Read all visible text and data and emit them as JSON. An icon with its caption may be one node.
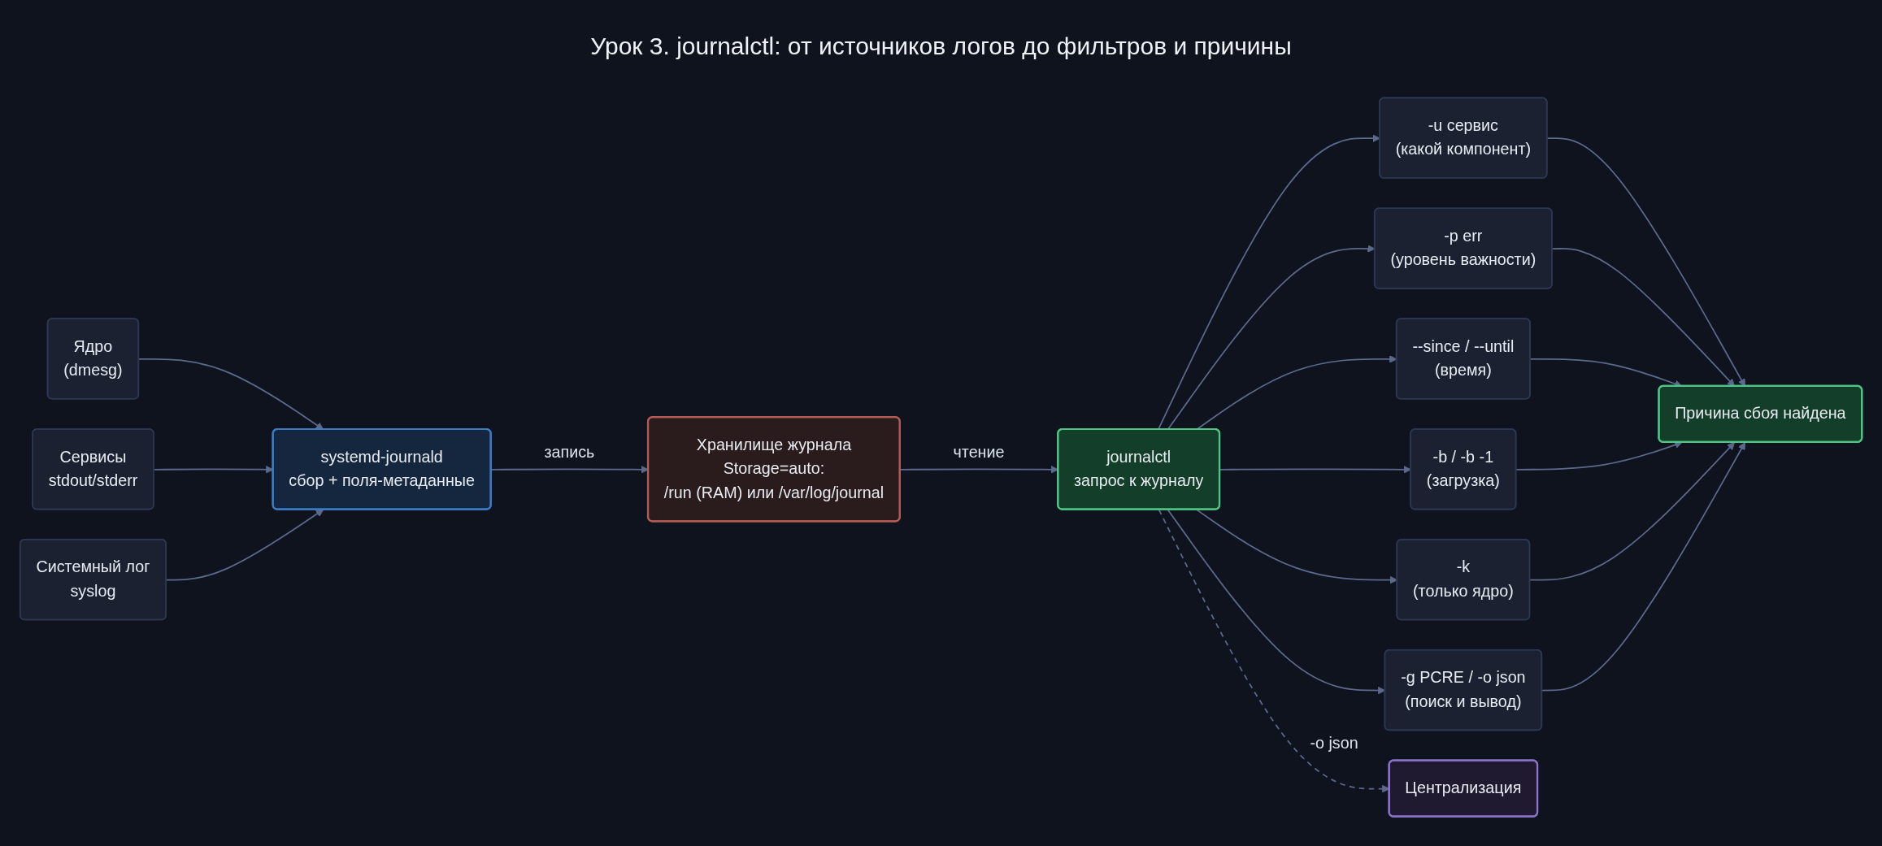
{
  "diagram": {
    "title": "Урок 3. journalctl: от источников логов до фильтров и причины",
    "nodes": [
      {
        "text": [
          "Ядро",
          "(dmesg)"
        ]
      },
      {
        "text": [
          "Сервисы",
          "stdout/stderr"
        ]
      },
      {
        "text": [
          "Системный лог",
          "syslog"
        ]
      },
      {
        "text": [
          "systemd-journald",
          "сбор + поля-метаданные"
        ]
      },
      {
        "text": [
          "Хранилище журнала",
          "Storage=auto:",
          "/run (RAM) или /var/log/journal"
        ]
      },
      {
        "text": [
          "journalctl",
          "запрос к журналу"
        ]
      },
      {
        "text": [
          "-u сервис",
          "(какой компонент)"
        ]
      },
      {
        "text": [
          "-p err",
          "(уровень важности)"
        ]
      },
      {
        "text": [
          "--since / --until",
          "(время)"
        ]
      },
      {
        "text": [
          "-b / -b -1",
          "(загрузка)"
        ]
      },
      {
        "text": [
          "-k",
          "(только ядро)"
        ]
      },
      {
        "text": [
          "-g PCRE / -o json",
          "(поиск и вывод)"
        ]
      },
      {
        "text": [
          "Централизация"
        ]
      },
      {
        "text": [
          "Причина сбоя найдена"
        ]
      }
    ],
    "edges": [
      {
        "from": 0,
        "to": 3,
        "arrow": "to"
      },
      {
        "from": 1,
        "to": 3,
        "arrow": "to"
      },
      {
        "from": 2,
        "to": 3,
        "arrow": "to"
      },
      {
        "from": 3,
        "to": 4,
        "label": "запись",
        "arrow": "to"
      },
      {
        "from": 4,
        "to": 5,
        "label": "чтение",
        "arrow": "to"
      },
      {
        "from": 5,
        "to": 6,
        "arrow": "to"
      },
      {
        "from": 5,
        "to": 7,
        "arrow": "to"
      },
      {
        "from": 5,
        "to": 8,
        "arrow": "to"
      },
      {
        "from": 5,
        "to": 9,
        "arrow": "to"
      },
      {
        "from": 5,
        "to": 10,
        "arrow": "to"
      },
      {
        "from": 5,
        "to": 11,
        "arrow": "to"
      },
      {
        "from": 5,
        "to": 12,
        "label": "-o json",
        "arrow": "to",
        "style": "dashed"
      },
      {
        "from": 6,
        "to": 13,
        "arrow": "to"
      },
      {
        "from": 7,
        "to": 13,
        "arrow": "to"
      },
      {
        "from": 8,
        "to": 13,
        "arrow": "to"
      },
      {
        "from": 9,
        "to": 13,
        "arrow": "to"
      },
      {
        "from": 10,
        "to": 13,
        "arrow": "to"
      },
      {
        "from": 11,
        "to": 13,
        "arrow": "to"
      }
    ]
  }
}
